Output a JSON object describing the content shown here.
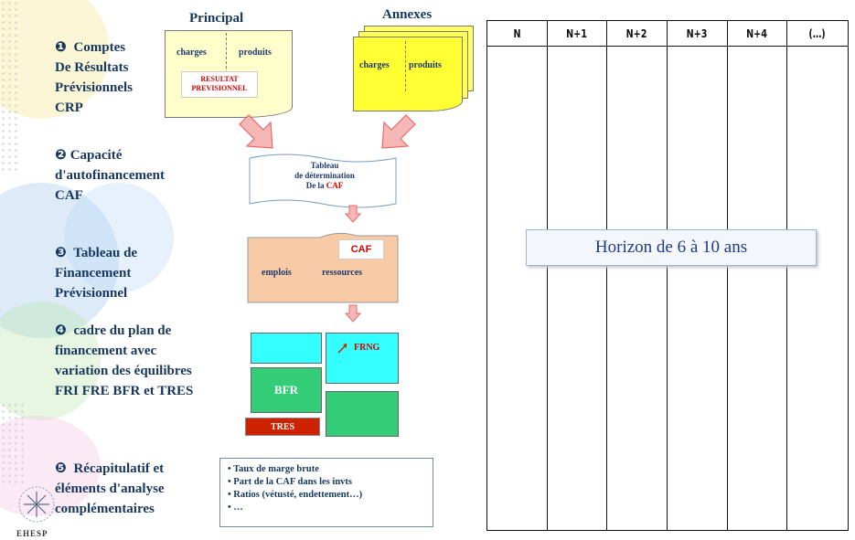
{
  "steps": [
    {
      "num": "❶",
      "lines": [
        "Comptes",
        "De Résultats",
        "Prévisionnels",
        "CRP"
      ]
    },
    {
      "num": "❷",
      "lines": [
        "Capacité",
        "d'autofinancement",
        "CAF"
      ]
    },
    {
      "num": "❸",
      "lines": [
        "Tableau de",
        "Financement",
        "Prévisionnel"
      ]
    },
    {
      "num": "❹",
      "lines": [
        "cadre du plan de",
        "financement avec",
        "variation des équilibres",
        "FRI FRE BFR et TRES"
      ]
    },
    {
      "num": "❺",
      "lines": [
        "Récapitulatif et",
        "éléments d'analyse",
        "complémentaires"
      ]
    }
  ],
  "principal": {
    "title": "Principal",
    "charges": "charges",
    "produits": "produits",
    "resultat": "RESULTAT PREVISIONNEL"
  },
  "annexes": {
    "title": "Annexes",
    "charges": "charges",
    "produits": "produits"
  },
  "caf_table": {
    "line1": "Tableau",
    "line2": "de détermination",
    "line3": "De la",
    "caf": "CAF"
  },
  "financement": {
    "caf": "CAF",
    "emplois": "emplois",
    "ressources": "ressources"
  },
  "plan": {
    "frng": "FRNG",
    "bfr": "BFR",
    "tres": "TRES"
  },
  "analysis_items": [
    "• Taux de marge brute",
    "• Part de la CAF dans les invts",
    "• Ratios (vétusté, endettement…)",
    "• …"
  ],
  "table_headers": [
    "N",
    "N+1",
    "N+2",
    "N+3",
    "N+4",
    "(…)"
  ],
  "horizon": "Horizon de 6 à 10 ans",
  "logo_text": "EHESP",
  "colors": {
    "navy": "#17375e",
    "yellow_doc": "#ffff33",
    "green_doc": "#ffffcc",
    "salmon": "#f8cba6",
    "cyan": "#33ffff",
    "green": "#33cc77",
    "red": "#cc2200",
    "arrow": "#e86a6a"
  }
}
